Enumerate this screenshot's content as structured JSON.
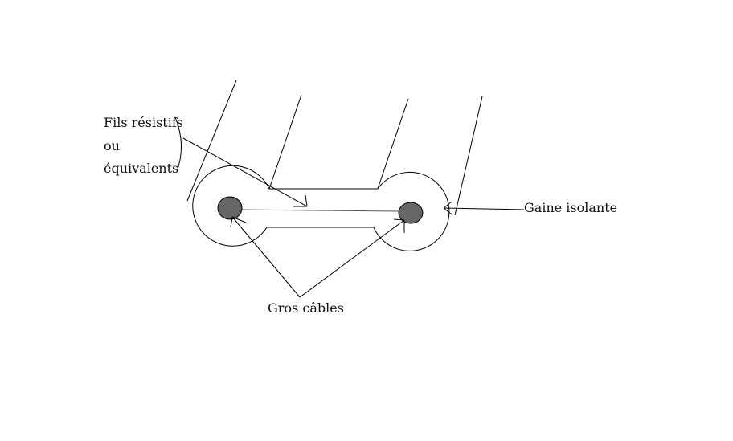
{
  "labels": {
    "wires_line1": "Fils résistifs",
    "wires_line2": "ou",
    "wires_line3": "équivalents",
    "sheath": "Gaine isolante",
    "cables": "Gros câbles"
  },
  "colors": {
    "core_fill": "#666666",
    "stroke": "#000000"
  }
}
